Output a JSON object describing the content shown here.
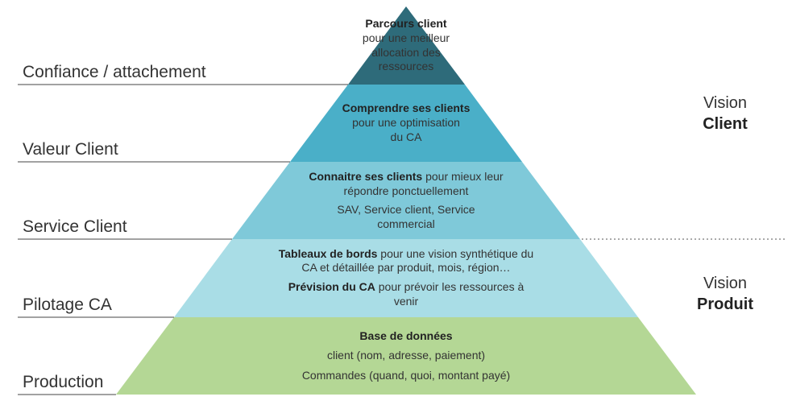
{
  "levels": [
    "Confiance / attachement",
    "Valeur Client",
    "Service Client",
    "Pilotage CA",
    "Production"
  ],
  "tiers": {
    "top": {
      "color": "#2e6b7a",
      "title": "Parcours client",
      "line1": "pour une meilleur",
      "line2": "allocation des",
      "line3": "ressources"
    },
    "second": {
      "color": "#4aafc8",
      "title": "Comprendre ses clients",
      "line1": "pour une optimisation",
      "line2": "du CA"
    },
    "third": {
      "color": "#7fc9d9",
      "title": "Connaitre ses clients",
      "title_rest": " pour mieux leur",
      "line1": "répondre ponctuellement",
      "line2": "SAV, Service client, Service",
      "line3": "commercial"
    },
    "fourth": {
      "color": "#a9dde6",
      "title1": "Tableaux de bords",
      "title1_rest": " pour une vision synthétique du",
      "line1": "CA et détaillée par produit, mois, région…",
      "title2": "Prévision du CA",
      "title2_rest": " pour prévoir les ressources à",
      "line2": "venir"
    },
    "base": {
      "color": "#b4d795",
      "title": "Base de données",
      "line1": "client (nom, adresse, paiement)",
      "line2": "Commandes (quand, quoi, montant payé)"
    }
  },
  "vision": {
    "client_light": "Vision",
    "client_strong": "Client",
    "produit_light": "Vision",
    "produit_strong": "Produit"
  }
}
